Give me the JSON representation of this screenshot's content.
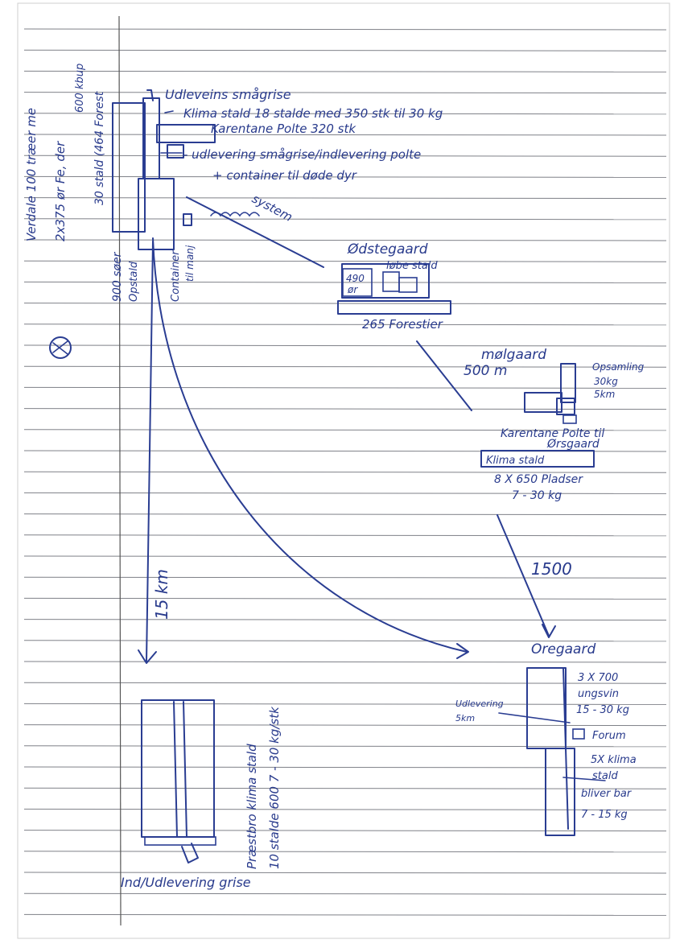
{
  "left_margin_notes": {
    "line1": "Verdale 100 træer me",
    "line2": "2x375 ør Fe, der",
    "line3": "600 kbup",
    "line4": "30 stald (464 Forest"
  },
  "top_notes": {
    "delivery_piglets": "Udleveins smågrise",
    "climate_stable": "Klima stald 18 stalde med 350 stk til 30 kg",
    "quarantine_pens": "Karentane Polte 320 stk",
    "delivery_line": "- udlevering smågrise/indlevering polte",
    "container_line": "+ container til døde dyr"
  },
  "sow_units": {
    "label_900": "900 søer",
    "label_opstald": "Opstald",
    "label_container_1": "Container",
    "label_container_2": "til manj"
  },
  "system_label": "system",
  "main_farm": {
    "title": "Ødstegaard",
    "stall_label": "løbe stald",
    "count_box_1": "490",
    "count_box_2": "ør",
    "bottom_label": "265 Forestier"
  },
  "mol_farm": {
    "title": "mølgaard",
    "distance": "500 m",
    "note_1": "Opsamling",
    "note_2": "30kg",
    "note_3": "5km",
    "quarantine": "Karentane Polte til",
    "quarantine_2": "Ørsgaard",
    "climate_box": "Klima stald",
    "places": "8 X 650 Pladser",
    "weight": "7 - 30 kg"
  },
  "distance_1500": "1500",
  "distance_15km": "15 km",
  "ores_farm": {
    "title": "Oregaard",
    "spec_1": "3 X 700",
    "spec_2": "ungsvin",
    "spec_3": "15 - 30 kg",
    "forum": "Forum",
    "delivery_1": "Udlevering",
    "delivery_2": "5km",
    "note_1": "5X klima",
    "note_2": "stald",
    "note_3": "bliver bar",
    "note_4": "7 - 15 kg"
  },
  "bottom_farm": {
    "label_line1": "Præstbro klima stald",
    "label_line2": "10 stalde 600 7 - 30 kg/stk",
    "footer": "Ind/Udlevering grise"
  },
  "colors": {
    "ink": "#2a3d92",
    "rule": "#7f8188",
    "paper": "#ffffff"
  }
}
